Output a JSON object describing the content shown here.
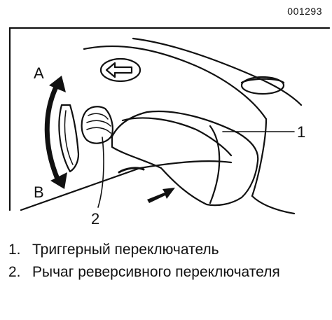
{
  "figure_id": "001293",
  "labels": {
    "a": "A",
    "b": "B",
    "callout_1": "1",
    "callout_2": "2"
  },
  "legend": [
    {
      "num": "1.",
      "text": "Триггерный переключатель"
    },
    {
      "num": "2.",
      "text": "Рычаг реверсивного переключателя"
    }
  ],
  "colors": {
    "ink": "#111111",
    "paper": "#ffffff"
  }
}
